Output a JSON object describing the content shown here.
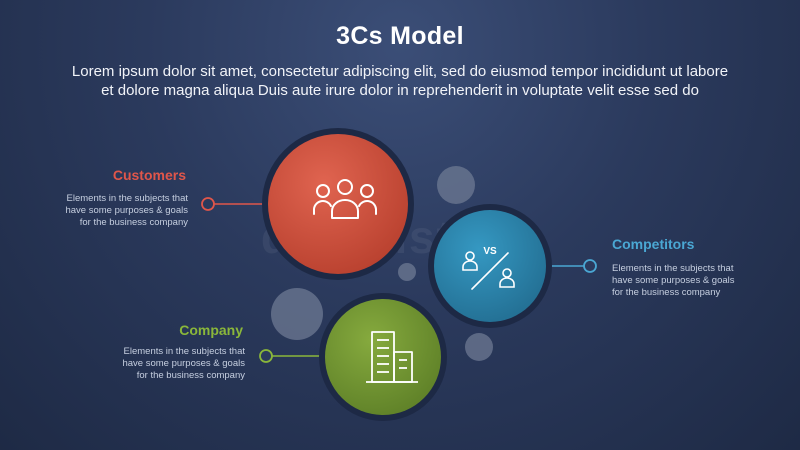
{
  "title": "3Cs Model",
  "subtitle_line1": "Lorem ipsum dolor sit amet, consectetur adipiscing elit, sed do eiusmod tempor incididunt ut labore",
  "subtitle_line2": "et dolore magna aliqua Duis aute irure dolor in reprehenderit in voluptate velit esse sed do",
  "watermark": "dreamstime",
  "colors": {
    "customers": "#d85441",
    "competitors": "#2f8bb3",
    "company": "#7fa43a",
    "connector_customers": "#e0564a",
    "connector_competitors": "#4aa7d3",
    "connector_company": "#8ab73a"
  },
  "items": {
    "customers": {
      "title": "Customers",
      "desc_line1": "Elements in the subjects that",
      "desc_line2": "have  some purposes & goals",
      "desc_line3": "for the  business company",
      "icon": "people-group-icon"
    },
    "competitors": {
      "title": "Competitors",
      "desc_line1": "Elements in the subjects that",
      "desc_line2": "have  some purposes & goals",
      "desc_line3": "for the  business company",
      "icon": "versus-icon",
      "icon_text": "VS"
    },
    "company": {
      "title": "Company",
      "desc_line1": "Elements in the subjects that",
      "desc_line2": "have  some purposes & goals",
      "desc_line3": "for the  business company",
      "icon": "building-icon"
    }
  }
}
